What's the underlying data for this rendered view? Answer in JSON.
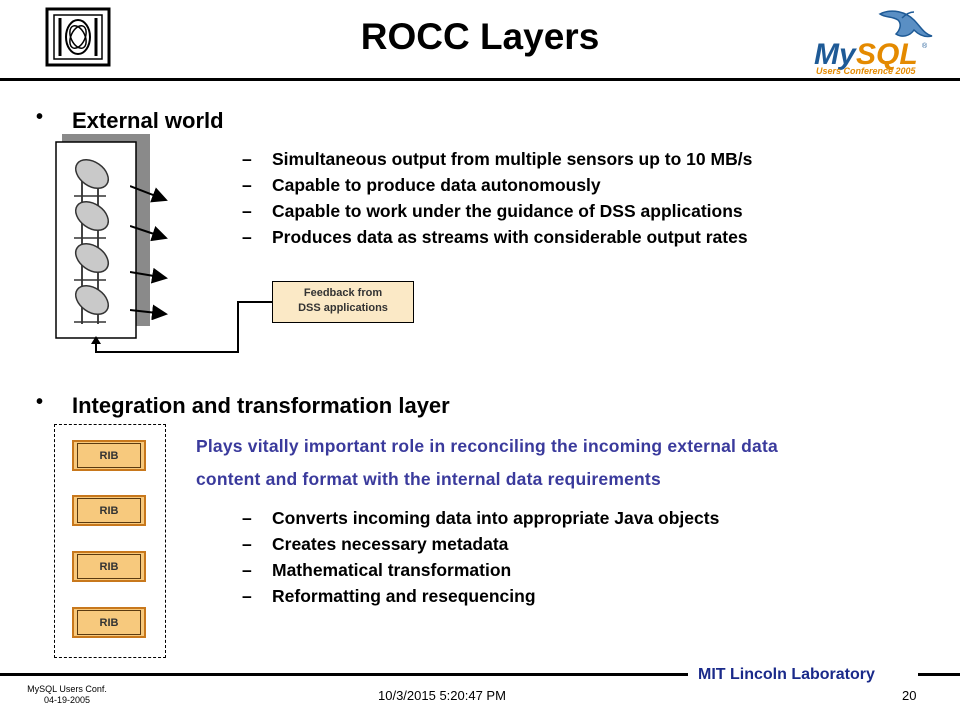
{
  "slide": {
    "title": "ROCC Layers"
  },
  "section1": {
    "heading": "External world",
    "dash": "–",
    "items": [
      "Simultaneous output from multiple sensors up to 10 MB/s",
      "Capable to produce data autonomously",
      "Capable to work under the guidance of DSS applications",
      "Produces data as streams with considerable output rates"
    ],
    "feedback_line1": "Feedback from",
    "feedback_line2": "DSS applications"
  },
  "section2": {
    "heading": "Integration and transformation layer",
    "para_line1": "Plays vitally important role in reconciling the incoming external data",
    "para_line2": "content and format with the internal data requirements",
    "dash": "–",
    "items": [
      "Converts incoming data into appropriate Java objects",
      "Creates necessary metadata",
      "Mathematical transformation",
      "Reformatting and resequencing"
    ],
    "rib_labels": [
      "RIB",
      "RIB",
      "RIB",
      "RIB"
    ]
  },
  "logo": {
    "brand_text": "MySQL",
    "tagline": "Users Conference 2005",
    "brand_color": "#1e5a96",
    "accent_color": "#e48a00"
  },
  "footer": {
    "conf_line1": "MySQL Users Conf.",
    "conf_line2": "04-19-2005",
    "timestamp": "10/3/2015 5:20:47 PM",
    "page_number": "20",
    "lab_name": "MIT Lincoln Laboratory"
  }
}
